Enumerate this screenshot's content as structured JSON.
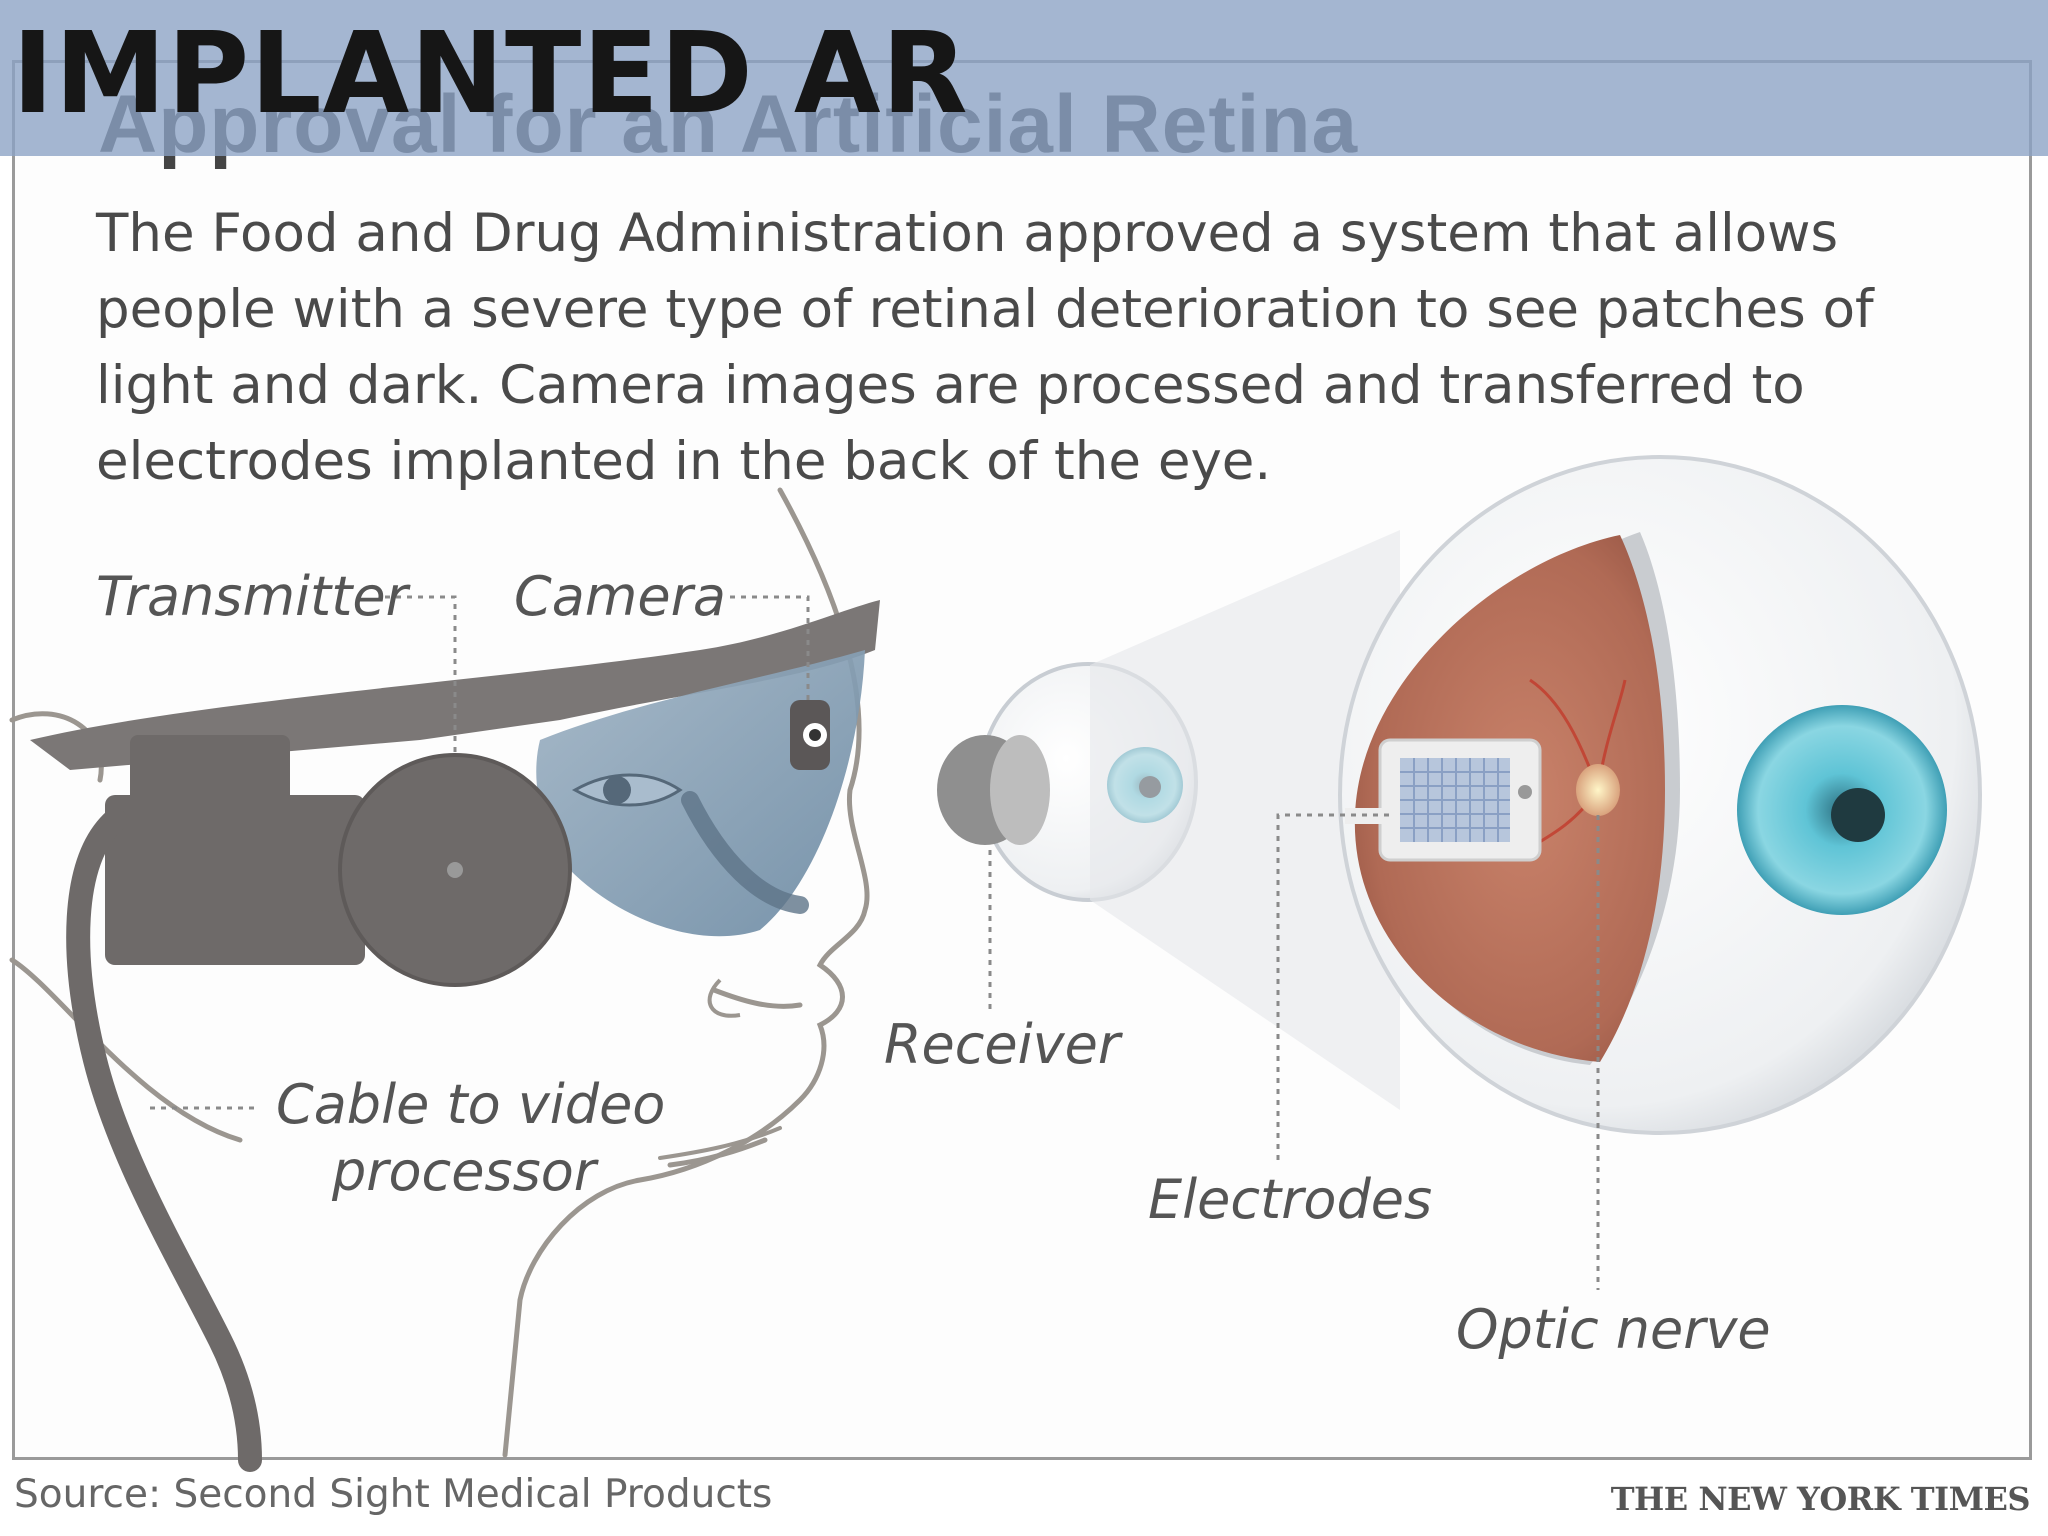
{
  "header": {
    "title": "IMPLANTED AR"
  },
  "graphic": {
    "headline": "Approval for an Artificial Retina",
    "intro": "The Food and Drug Administration approved a system that allows people with a severe type of retinal deterioration to see patches of light and dark. Camera images are processed and transferred to electrodes implanted in the back of the eye.",
    "labels": {
      "transmitter": "Transmitter",
      "camera": "Camera",
      "receiver": "Receiver",
      "cable_line1": "Cable to video",
      "cable_line2": "processor",
      "electrodes": "Electrodes",
      "optic_nerve": "Optic nerve"
    },
    "source": "Source: Second Sight Medical Products",
    "credit": "THE NEW YORK TIMES"
  },
  "colors": {
    "header_band": "#8aa1c4",
    "device_gray": "#6e6a69",
    "lens_blue": "#7e98ae",
    "retina_brown": "#b06a55",
    "iris_teal": "#5fc4d6"
  }
}
